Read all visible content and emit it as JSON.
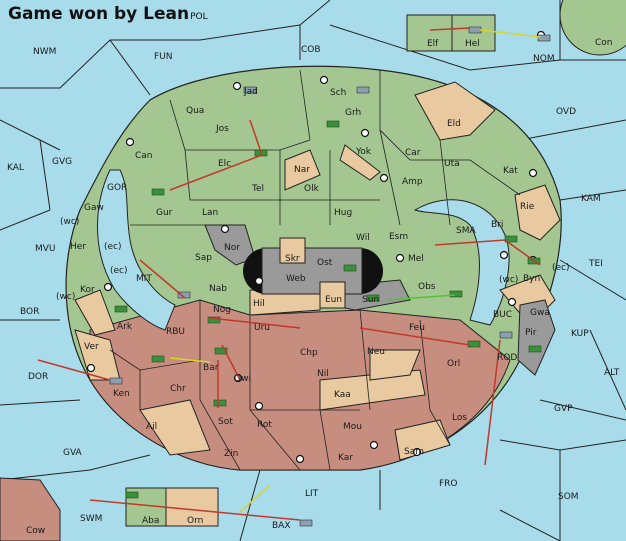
{
  "header": {
    "title": "Game won by Lean",
    "suffix": "POL"
  },
  "colors": {
    "water": "#a9dcea",
    "green": "#a4c791",
    "red": "#c78e80",
    "tan": "#e8c9a0",
    "gray": "#9a9a9a",
    "border": "#222222"
  },
  "map": {
    "sea_labels": [
      "NWM",
      "FUN",
      "COB",
      "Con",
      "NOM",
      "OVD",
      "KAL",
      "GVG",
      "GOR",
      "KAM",
      "MVU",
      "TEI",
      "(wc)",
      "(ec)",
      "MIT",
      "SMA",
      "(wc)",
      "(ec)",
      "BOR",
      "KUP",
      "RBU",
      "BUC",
      "ALT",
      "DOR",
      "ROD",
      "GVP",
      "GVA",
      "FRO",
      "LIT",
      "SOM",
      "SWM",
      "(wc)",
      "(ec)"
    ],
    "province_labels": [
      "Elf",
      "Hel",
      "Jad",
      "Sch",
      "Qua",
      "Grh",
      "Jos",
      "Eld",
      "Can",
      "Yok",
      "Car",
      "Elc",
      "Nar",
      "Uta",
      "Kat",
      "Tel",
      "Olk",
      "Amp",
      "Gur",
      "Rie",
      "Gaw",
      "Lan",
      "Hug",
      "Wil",
      "Esm",
      "Bri",
      "Her",
      "Nor",
      "Skr",
      "Ost",
      "Sap",
      "Mel",
      "Byn",
      "Kor",
      "Web",
      "Obs",
      "Nab",
      "Eun",
      "Sun",
      "Gwa",
      "Ark",
      "Hil",
      "Nog",
      "Uru",
      "Feu",
      "Pir",
      "Ver",
      "Chp",
      "Neu",
      "Orl",
      "Qwi",
      "Bar",
      "Nil",
      "Ken",
      "Chr",
      "Kaa",
      "Sot",
      "Los",
      "Ail",
      "Rot",
      "Mou",
      "Zin",
      "Kar",
      "Sam",
      "Aba",
      "Orn",
      "BAX",
      "Cow"
    ]
  }
}
